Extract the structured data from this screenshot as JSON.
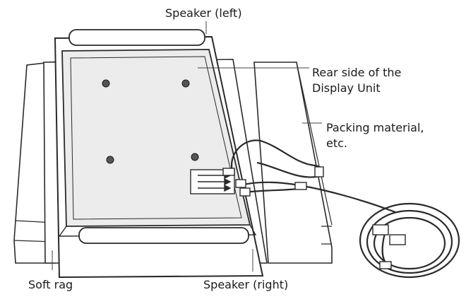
{
  "labels": {
    "speaker_left": "Speaker (left)",
    "rear_side_line1": "Rear side of the",
    "rear_side_line2": "Display Unit",
    "packing_line1": "Packing material,",
    "packing_line2": "etc.",
    "soft_rag": "Soft rag",
    "speaker_right": "Speaker (right)"
  },
  "colors": {
    "line": "#2a2a2a",
    "panel_fill": "#ececec",
    "rag_fill": "#ffffff",
    "leader": "#444444"
  }
}
